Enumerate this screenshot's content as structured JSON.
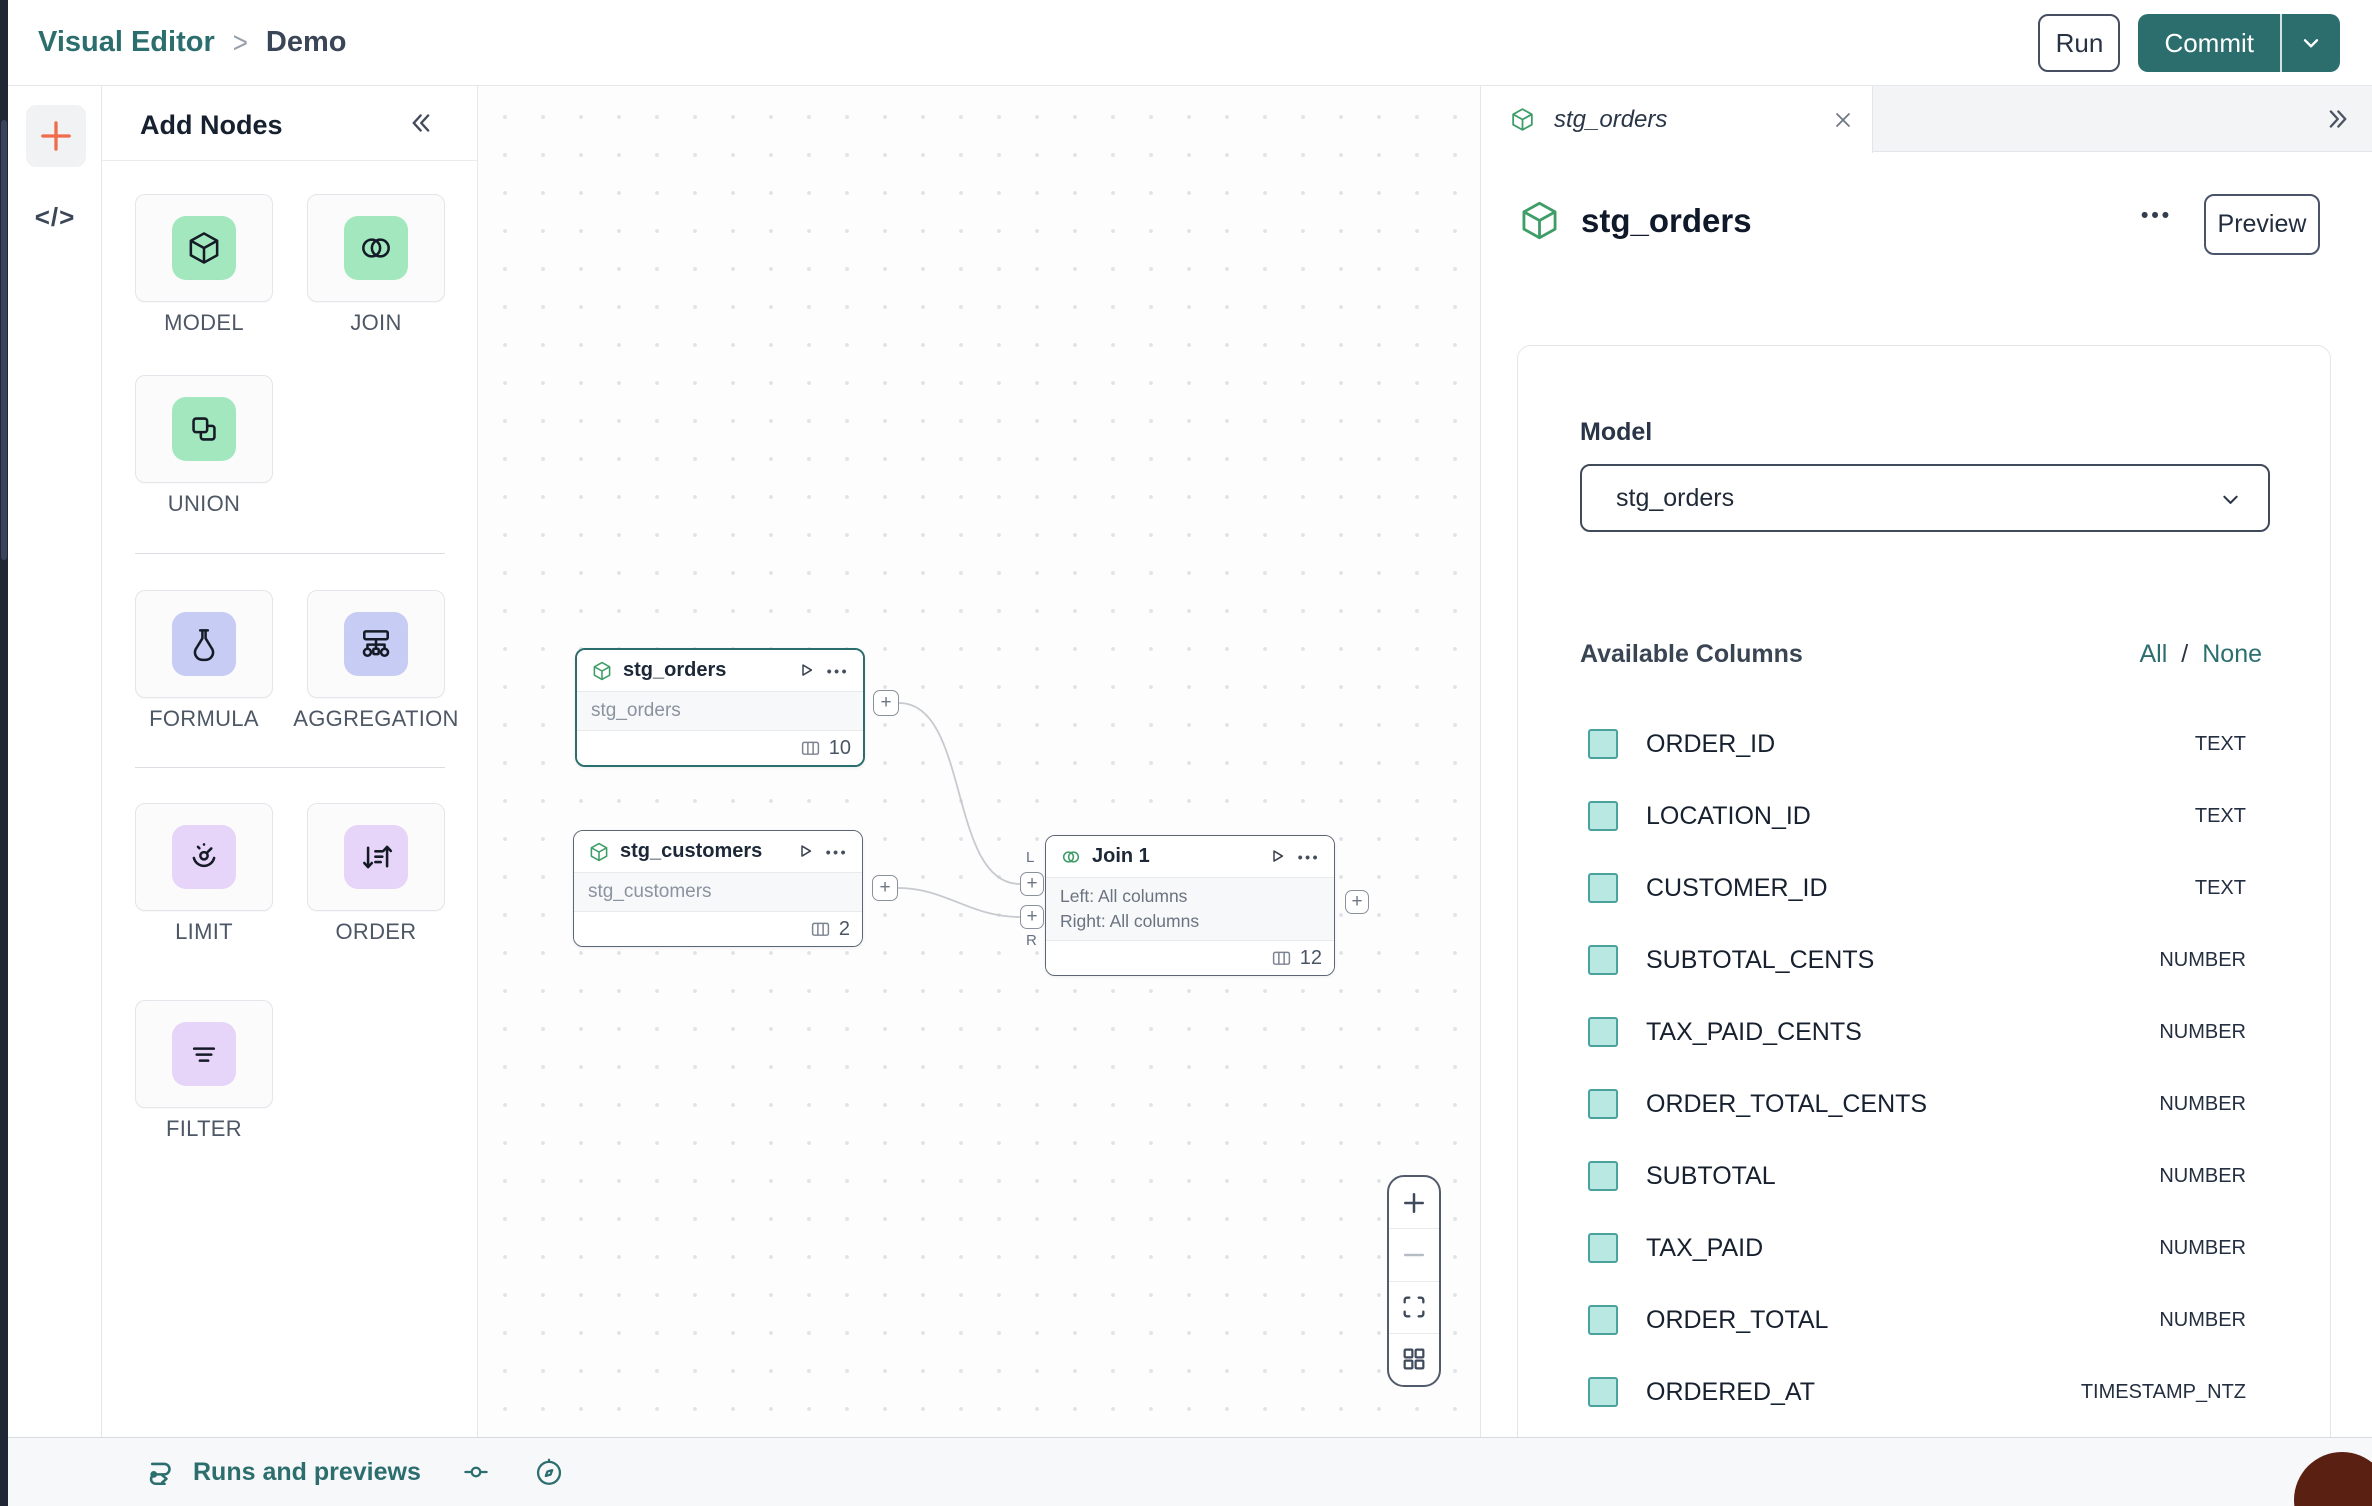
{
  "header": {
    "breadcrumb": {
      "app": "Visual Editor",
      "separator": ">",
      "page": "Demo"
    },
    "run_button": "Run",
    "commit_button": "Commit"
  },
  "add_nodes": {
    "title": "Add Nodes",
    "items": [
      {
        "label": "MODEL"
      },
      {
        "label": "JOIN"
      },
      {
        "label": "UNION"
      },
      {
        "label": "FORMULA"
      },
      {
        "label": "AGGREGATION"
      },
      {
        "label": "LIMIT"
      },
      {
        "label": "ORDER"
      },
      {
        "label": "FILTER"
      }
    ]
  },
  "canvas": {
    "nodes": {
      "stg_orders": {
        "title": "stg_orders",
        "subtitle": "stg_orders",
        "column_count": "10"
      },
      "stg_customers": {
        "title": "stg_customers",
        "subtitle": "stg_customers",
        "column_count": "2"
      },
      "join1": {
        "title": "Join 1",
        "left_line": "Left: All columns",
        "right_line": "Right: All columns",
        "column_count": "12",
        "left_port": "L",
        "right_port": "R"
      }
    }
  },
  "inspector": {
    "tab_title": "stg_orders",
    "title": "stg_orders",
    "preview_button": "Preview",
    "model_label": "Model",
    "model_value": "stg_orders",
    "columns_header": "Available Columns",
    "select_all": "All",
    "select_separator": "/",
    "select_none": "None",
    "columns": [
      {
        "name": "ORDER_ID",
        "type": "TEXT"
      },
      {
        "name": "LOCATION_ID",
        "type": "TEXT"
      },
      {
        "name": "CUSTOMER_ID",
        "type": "TEXT"
      },
      {
        "name": "SUBTOTAL_CENTS",
        "type": "NUMBER"
      },
      {
        "name": "TAX_PAID_CENTS",
        "type": "NUMBER"
      },
      {
        "name": "ORDER_TOTAL_CENTS",
        "type": "NUMBER"
      },
      {
        "name": "SUBTOTAL",
        "type": "NUMBER"
      },
      {
        "name": "TAX_PAID",
        "type": "NUMBER"
      },
      {
        "name": "ORDER_TOTAL",
        "type": "NUMBER"
      },
      {
        "name": "ORDERED_AT",
        "type": "TIMESTAMP_NTZ"
      }
    ]
  },
  "bottom_bar": {
    "runs_label": "Runs and previews"
  },
  "colors": {
    "accent_teal": "#2c6e6e",
    "tile_green": "#a3e7bf",
    "tile_periwinkle": "#c6ccf3",
    "tile_lilac": "#e6d5f8",
    "checkbox_fill": "#b9e8e3",
    "checkbox_border": "#49a39c",
    "plus_orange": "#ef6c4d"
  }
}
